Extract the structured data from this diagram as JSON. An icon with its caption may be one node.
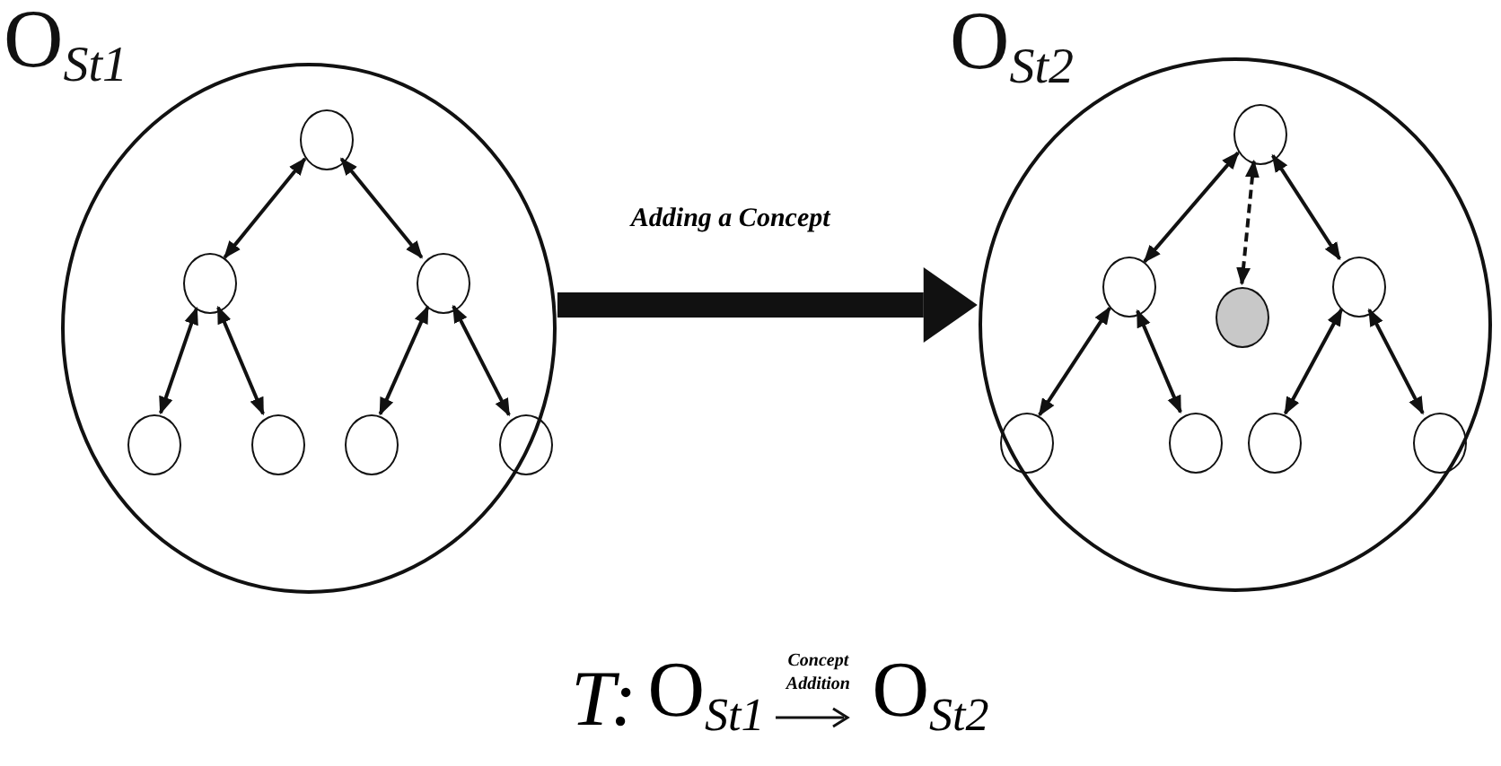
{
  "diagram": {
    "nodes": [
      {
        "text": [
          "O$_{St1}$"
        ]
      },
      {
        "text": [],
        "shape": "circle",
        "in": 0
      },
      {
        "text": [],
        "shape": "circle",
        "in": 0
      },
      {
        "text": [],
        "shape": "circle",
        "in": 0
      },
      {
        "text": [],
        "shape": "circle",
        "in": 0
      },
      {
        "text": [],
        "shape": "circle",
        "in": 0
      },
      {
        "text": [],
        "shape": "circle",
        "in": 0
      },
      {
        "text": [],
        "shape": "circle",
        "in": 0
      },
      {
        "text": [
          "O$_{St2}$"
        ]
      },
      {
        "text": [],
        "shape": "circle",
        "in": 8
      },
      {
        "text": [],
        "shape": "circle",
        "in": 8
      },
      {
        "text": [],
        "shape": "circle",
        "in": 8
      },
      {
        "text": [],
        "shape": "circle",
        "in": 8
      },
      {
        "text": [],
        "shape": "circle",
        "in": 8
      },
      {
        "text": [],
        "shape": "circle",
        "in": 8
      },
      {
        "text": [],
        "shape": "circle",
        "in": 8
      },
      {
        "text": [],
        "shape": "circle",
        "in": 8
      }
    ],
    "edges": [
      {
        "from": 1,
        "to": 2,
        "arrow": "both"
      },
      {
        "from": 1,
        "to": 3,
        "arrow": "both"
      },
      {
        "from": 2,
        "to": 4,
        "arrow": "both"
      },
      {
        "from": 2,
        "to": 5,
        "arrow": "both"
      },
      {
        "from": 3,
        "to": 6,
        "arrow": "both"
      },
      {
        "from": 3,
        "to": 7,
        "arrow": "both"
      },
      {
        "from": 0,
        "to": 8,
        "arrow": "to",
        "label": "Adding a Concept",
        "style": "thick"
      },
      {
        "from": 9,
        "to": 10,
        "arrow": "both"
      },
      {
        "from": 9,
        "to": 12,
        "arrow": "both"
      },
      {
        "from": 9,
        "to": 11,
        "arrow": "both",
        "style": "dashed"
      },
      {
        "from": 10,
        "to": 13,
        "arrow": "both"
      },
      {
        "from": 10,
        "to": 14,
        "arrow": "both"
      },
      {
        "from": 12,
        "to": 15,
        "arrow": "both"
      },
      {
        "from": 12,
        "to": 16,
        "arrow": "both"
      }
    ],
    "labels": [
      "T:",
      "O$_{St1}$",
      "Concept Addition",
      "O$_{St2}$"
    ]
  }
}
